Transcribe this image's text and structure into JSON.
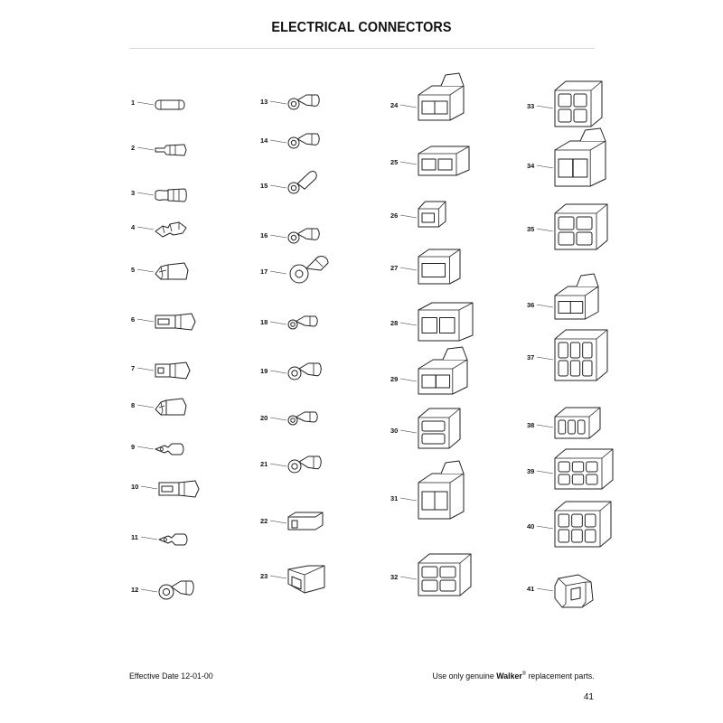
{
  "title": "ELECTRICAL CONNECTORS",
  "parts": [
    "1",
    "2",
    "3",
    "4",
    "5",
    "6",
    "7",
    "8",
    "9",
    "10",
    "11",
    "12",
    "13",
    "14",
    "15",
    "16",
    "17",
    "18",
    "19",
    "20",
    "21",
    "22",
    "23",
    "24",
    "25",
    "26",
    "27",
    "28",
    "29",
    "30",
    "31",
    "32",
    "33",
    "34",
    "35",
    "36",
    "37",
    "38",
    "39",
    "40",
    "41"
  ],
  "footer": {
    "effective_date": "Effective Date 12-01-00",
    "notice_prefix": "Use only genuine ",
    "brand": "Walker",
    "trademark": "®",
    "notice_suffix": " replacement parts.",
    "page_number": "41"
  }
}
